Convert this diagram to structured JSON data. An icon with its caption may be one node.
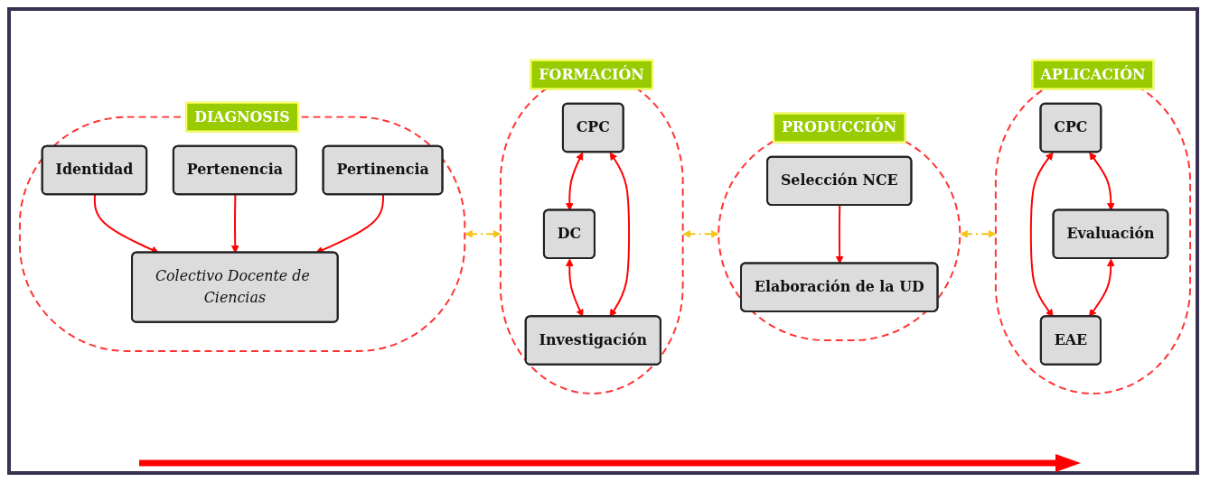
{
  "diagram": {
    "nodes": [
      {
        "text": [
          "DIAGNOSIS"
        ]
      },
      {
        "text": [
          "Identidad"
        ],
        "in": 0
      },
      {
        "text": [
          "Pertenencia"
        ],
        "in": 0
      },
      {
        "text": [
          "Colectivo Docente de Ciencias"
        ],
        "in": 0
      },
      {
        "text": [
          "Pertinencia"
        ],
        "in": 0
      },
      {
        "text": [
          "FORMACIÓN"
        ]
      },
      {
        "text": [
          "CPC"
        ],
        "in": 5
      },
      {
        "text": [
          "DC"
        ],
        "in": 5
      },
      {
        "text": [
          "Investigación"
        ],
        "in": 5
      },
      {
        "text": [
          "PRODUCCIÓN"
        ]
      },
      {
        "text": [
          "Selección NCE"
        ],
        "in": 9
      },
      {
        "text": [
          "Elaboración de la UD"
        ],
        "in": 9
      },
      {
        "text": [
          "APLICACIÓN"
        ]
      },
      {
        "text": [
          "CPC"
        ],
        "in": 12
      },
      {
        "text": [
          "Evaluación"
        ],
        "in": 12
      },
      {
        "text": [
          "EAE"
        ],
        "in": 12
      }
    ],
    "edges": [
      {
        "from": 1,
        "to": 3,
        "arrow": "to"
      },
      {
        "from": 2,
        "to": 3,
        "arrow": "to"
      },
      {
        "from": 4,
        "to": 3,
        "arrow": "to"
      },
      {
        "from": 6,
        "to": 7,
        "arrow": "both"
      },
      {
        "from": 7,
        "to": 8,
        "arrow": "both"
      },
      {
        "from": 6,
        "to": 8,
        "arrow": "both"
      },
      {
        "from": 10,
        "to": 11,
        "arrow": "to"
      },
      {
        "from": 13,
        "to": 14,
        "arrow": "both"
      },
      {
        "from": 13,
        "to": 15,
        "arrow": "both"
      },
      {
        "from": 14,
        "to": 15,
        "arrow": "both"
      },
      {
        "from": 0,
        "to": 5,
        "arrow": "both",
        "style": "dashed",
        "color": "#f5c518"
      },
      {
        "from": 5,
        "to": 9,
        "arrow": "both",
        "style": "dashed",
        "color": "#f5c518"
      },
      {
        "from": 9,
        "to": 12,
        "arrow": "both",
        "style": "dashed",
        "color": "#f5c518"
      }
    ]
  }
}
